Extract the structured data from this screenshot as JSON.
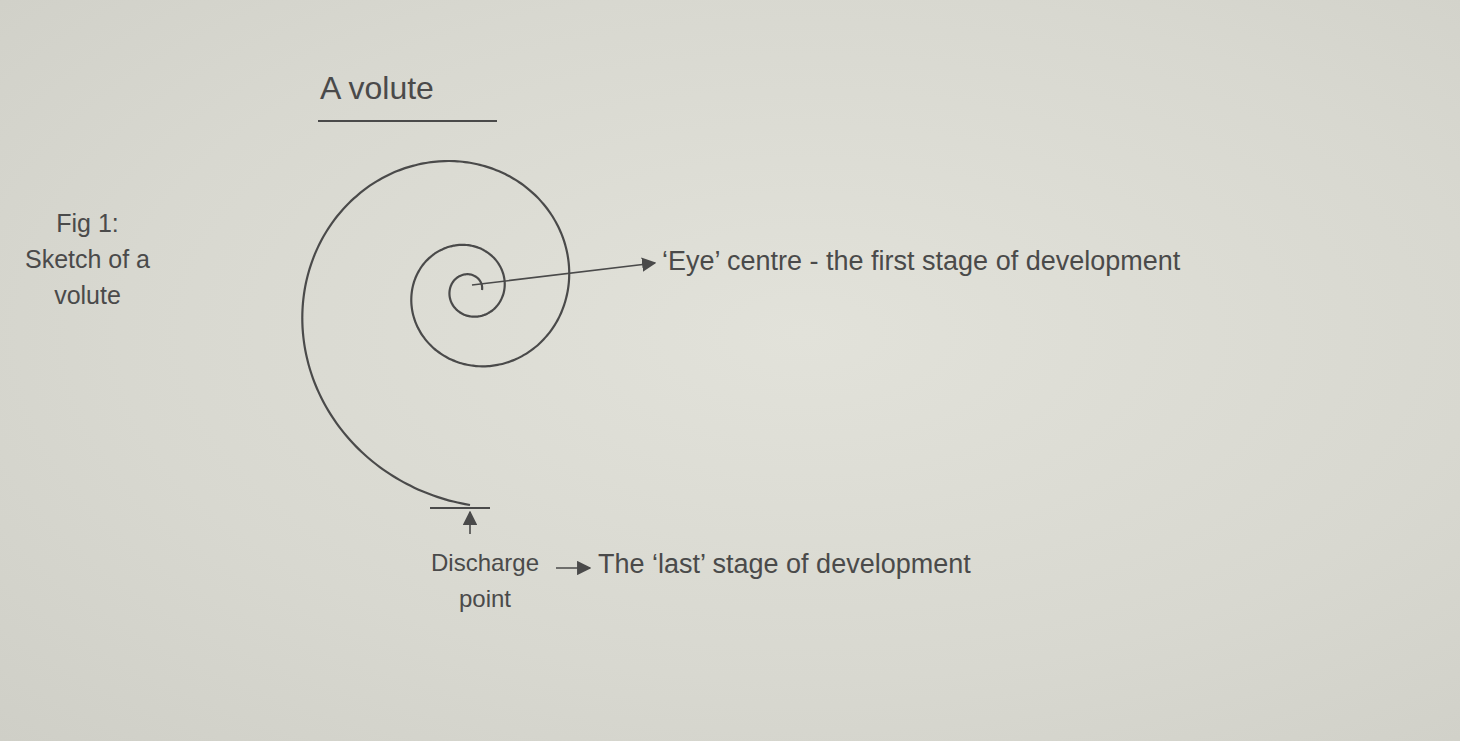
{
  "diagram": {
    "title": "A volute",
    "caption": "Fig 1: Sketch of a volute",
    "labels": [
      "‘Eye’ centre - the first stage of development",
      "Discharge point",
      "The ‘last’ stage of development"
    ]
  }
}
